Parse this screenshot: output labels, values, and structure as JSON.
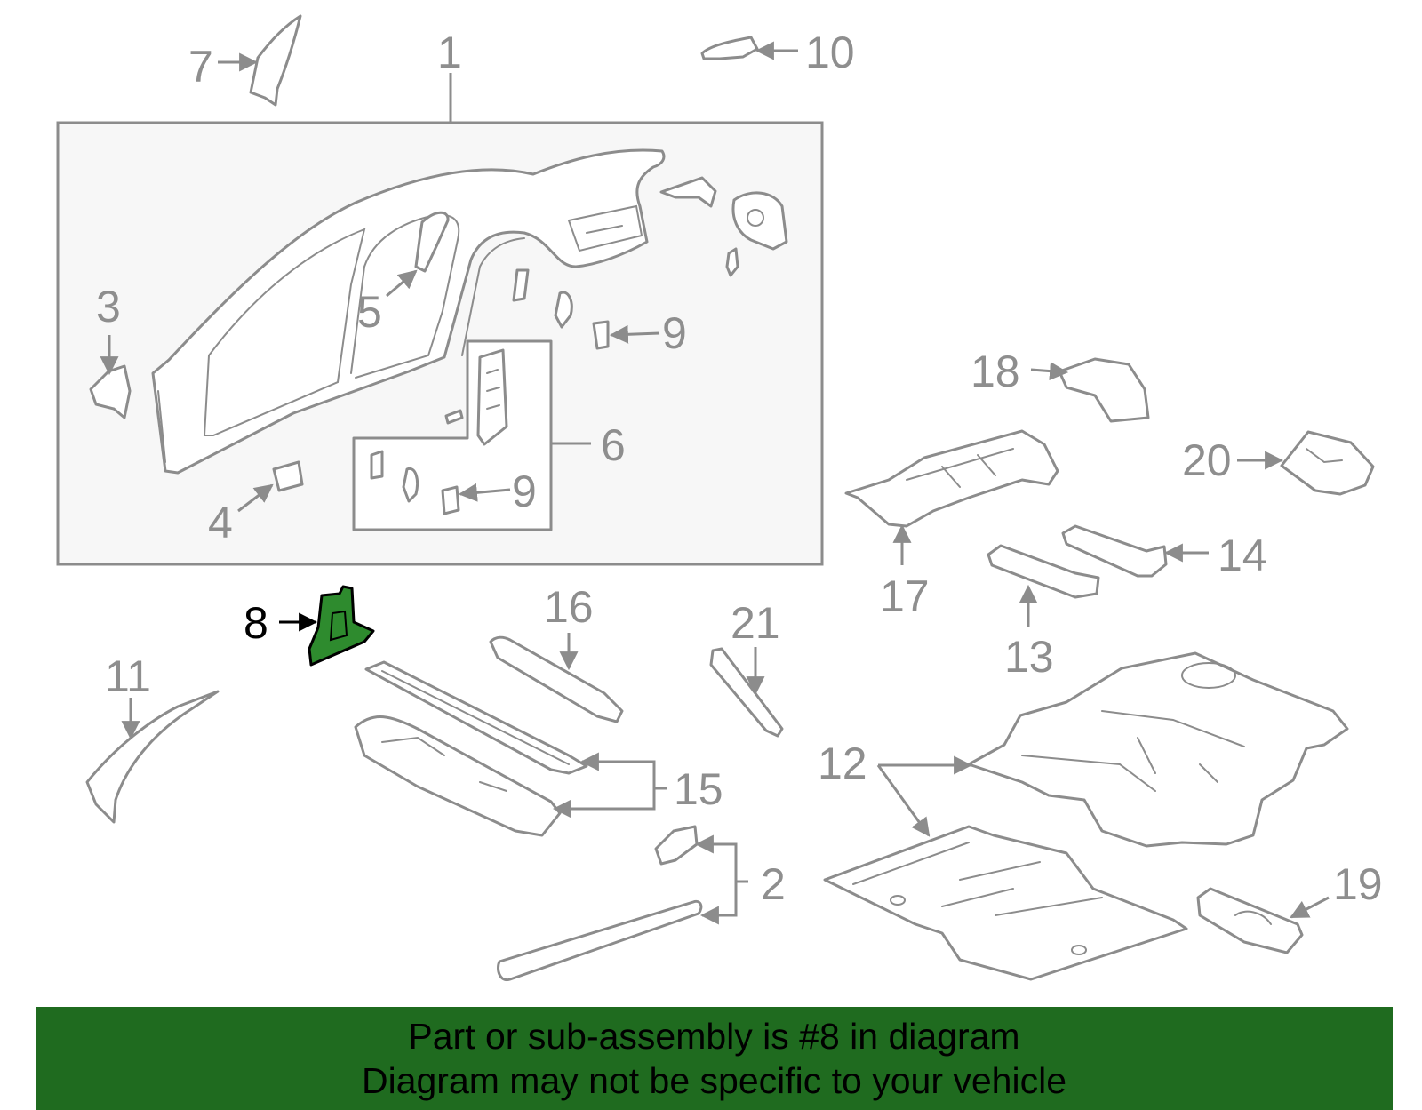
{
  "callouts": [
    {
      "id": "1",
      "label": "1"
    },
    {
      "id": "2",
      "label": "2"
    },
    {
      "id": "3",
      "label": "3"
    },
    {
      "id": "4",
      "label": "4"
    },
    {
      "id": "5",
      "label": "5"
    },
    {
      "id": "6",
      "label": "6"
    },
    {
      "id": "7",
      "label": "7"
    },
    {
      "id": "8",
      "label": "8",
      "highlighted": true
    },
    {
      "id": "9a",
      "label": "9"
    },
    {
      "id": "9b",
      "label": "9"
    },
    {
      "id": "10",
      "label": "10"
    },
    {
      "id": "11",
      "label": "11"
    },
    {
      "id": "12",
      "label": "12"
    },
    {
      "id": "13",
      "label": "13"
    },
    {
      "id": "14",
      "label": "14"
    },
    {
      "id": "15",
      "label": "15"
    },
    {
      "id": "16",
      "label": "16"
    },
    {
      "id": "17",
      "label": "17"
    },
    {
      "id": "18",
      "label": "18"
    },
    {
      "id": "19",
      "label": "19"
    },
    {
      "id": "20",
      "label": "20"
    },
    {
      "id": "21",
      "label": "21"
    }
  ],
  "banner": {
    "line1": "Part or sub-assembly is #8 in diagram",
    "line2": "Diagram may not be specific to your vehicle"
  },
  "colors": {
    "highlight": "#2e8b2e",
    "banner": "#1f6b1f",
    "line": "#8c8c8c",
    "label": "#8e8e8e"
  }
}
